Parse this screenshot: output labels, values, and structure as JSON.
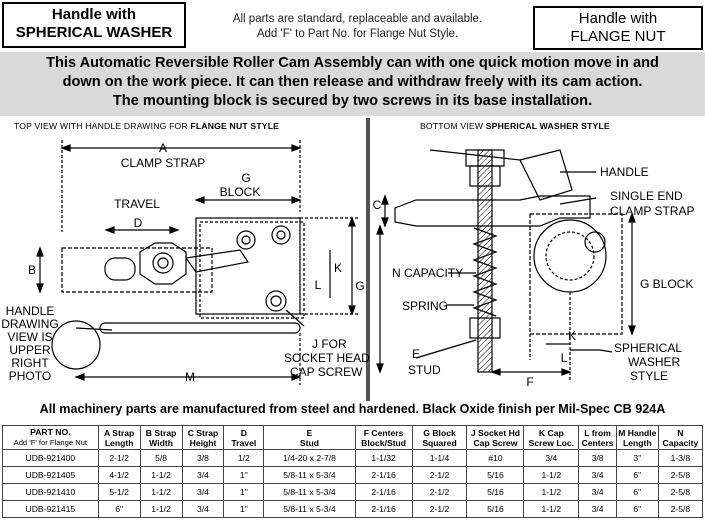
{
  "header": {
    "left_box": [
      "Handle with",
      "SPHERICAL WASHER"
    ],
    "notice": [
      "All parts are standard, replaceable and available.",
      "Add 'F' to Part No. for Flange Nut Style."
    ],
    "right_box": [
      "Handle with",
      "FLANGE NUT"
    ]
  },
  "banner": [
    "This Automatic Reversible Roller Cam Assembly can with one quick motion move in and",
    "down on the work piece.  It can then release and withdraw freely with its cam action.",
    "The mounting block is secured by two screws in its base installation."
  ],
  "top_view": {
    "caption_prefix": "TOP VIEW WITH HANDLE DRAWING FOR ",
    "caption_bold": "FLANGE NUT STYLE",
    "labels": {
      "a": "A",
      "clamp_strap": "CLAMP STRAP",
      "g": "G",
      "block": "BLOCK",
      "travel": "TRAVEL",
      "d": "D",
      "b": "B",
      "k": "K",
      "l": "L",
      "g_side": "G",
      "handle_lines": [
        "HANDLE",
        "DRAWING",
        "VIEW IS",
        "UPPER",
        "RIGHT",
        "PHOTO"
      ],
      "m": "M",
      "j_lines": [
        "J  FOR",
        "SOCKET HEAD",
        "CAP SCREW"
      ]
    }
  },
  "bottom_view": {
    "caption_prefix": "BOTTOM VIEW ",
    "caption_bold": "SPHERICAL WASHER STYLE",
    "labels": {
      "c": "C",
      "handle": "HANDLE",
      "single_end": "SINGLE END",
      "clamp_strap": "CLAMP STRAP",
      "n_capacity": "N   CAPACITY",
      "g_block": "G BLOCK",
      "spring": "SPRING",
      "e": "E",
      "stud": "STUD",
      "k": "K",
      "l": "L",
      "f": "F",
      "spherical": "SPHERICAL",
      "washer": "WASHER",
      "style": "STYLE"
    }
  },
  "footer_note": "All machinery parts are manufactured from steel and hardened.  Black Oxide finish per Mil-Spec CB 924A",
  "table": {
    "headers": [
      [
        "PART NO.",
        "Add 'F' for Flange Nut"
      ],
      [
        "A Strap",
        "Length"
      ],
      [
        "B Strap",
        "Width"
      ],
      [
        "C Strap",
        "Height"
      ],
      [
        "D",
        "Travel"
      ],
      [
        "E",
        "Stud"
      ],
      [
        "F Centers",
        "Block/Stud"
      ],
      [
        "G Block",
        "Squared"
      ],
      [
        "J Socket Hd",
        "Cap Screw"
      ],
      [
        "K Cap",
        "Screw Loc."
      ],
      [
        "L from",
        "Centers"
      ],
      [
        "M Handle",
        "Length"
      ],
      [
        "N",
        "Capacity"
      ]
    ],
    "rows": [
      [
        "UDB-921400",
        "2-1/2",
        "5/8",
        "3/8",
        "1/2",
        "1/4-20  x  2-7/8",
        "1-1/32",
        "1-1/4",
        "#10",
        "3/4",
        "3/8",
        "3\"",
        "1-3/8"
      ],
      [
        "UDB-921405",
        "4-1/2",
        "1-1/2",
        "3/4",
        "1\"",
        "5/8-11  x  5-3/4",
        "2-1/16",
        "2-1/2",
        "5/16",
        "1-1/2",
        "3/4",
        "6\"",
        "2-5/8"
      ],
      [
        "UDB-921410",
        "5-1/2",
        "1-1/2",
        "3/4",
        "1\"",
        "5/8-11  x  5-3/4",
        "2-1/16",
        "2-1/2",
        "5/16",
        "1-1/2",
        "3/4",
        "6\"",
        "2-5/8"
      ],
      [
        "UDB-921415",
        "6\"",
        "1-1/2",
        "3/4",
        "1\"",
        "5/8-11  x  5-3/4",
        "2-1/16",
        "2-1/2",
        "5/16",
        "1-1/2",
        "3/4",
        "6\"",
        "2-5/8"
      ]
    ]
  }
}
